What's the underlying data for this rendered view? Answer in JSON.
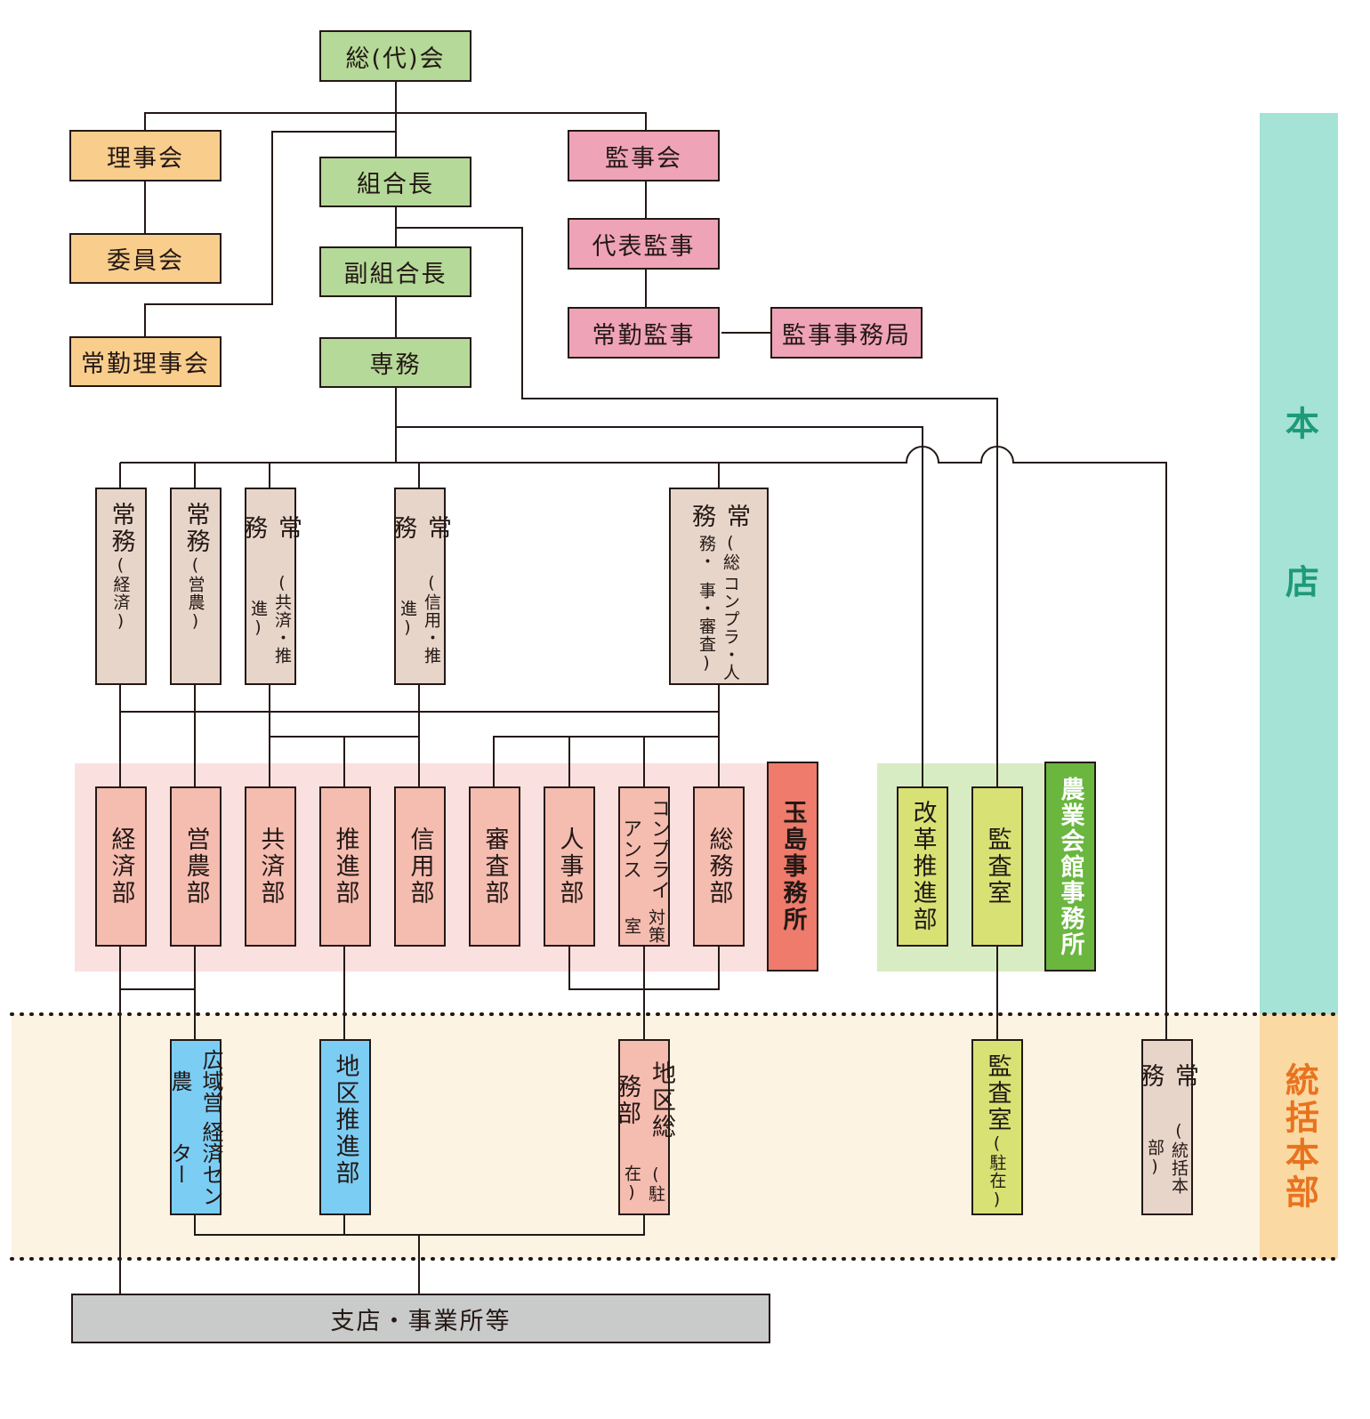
{
  "colors": {
    "executive": "#b5d998",
    "board": "#f9cd8c",
    "audit": "#efa3b6",
    "managing": "#e7d5c9",
    "department": "#f5bcb0",
    "reform": "#d8e274",
    "regional": "#7ccdf4",
    "branch": "#c9caca",
    "tamashima_office": "#ee7b6b",
    "kaikan_office": "#6ab63f",
    "honten_band": "#a5e3d6",
    "toukatsu_band": "#fad9a3",
    "toukatsu_area": "#fdf3e3",
    "tamashima_area": "#fbe0e0",
    "kaikan_area": "#d8ecc4"
  },
  "top": {
    "soudaikai": "総(代)会",
    "kumiaichou": "組合長",
    "fuku_kumiaichou": "副組合長",
    "senmu": "専務"
  },
  "board": {
    "rijikai": "理事会",
    "iinkai": "委員会",
    "joukin_rijikai": "常勤理事会"
  },
  "audit": {
    "kanjikai": "監事会",
    "daihyou_kanji": "代表監事",
    "joukin_kanji": "常勤監事",
    "kanji_jimukyoku": "監事事務局"
  },
  "managing_directors": [
    {
      "title": "常務",
      "scope": "(経済)"
    },
    {
      "title": "常務",
      "scope": "(営農)"
    },
    {
      "title": "常務",
      "scope": "(共済・推進)"
    },
    {
      "title": "常務",
      "scope": "(信用・推進)"
    },
    {
      "title": "常務",
      "scope": "(総務・",
      "scope2": "コンプラ・人事・審査)"
    }
  ],
  "departments": [
    {
      "name": "経済部"
    },
    {
      "name": "営農部"
    },
    {
      "name": "共済部"
    },
    {
      "name": "推進部"
    },
    {
      "name": "信用部"
    },
    {
      "name": "審査部"
    },
    {
      "name": "人事部"
    },
    {
      "name": "コンプライアンス",
      "name2": "対策室"
    },
    {
      "name": "総務部"
    }
  ],
  "tamashima_office": "玉島事務所",
  "kaikan_office": "農業会館事務所",
  "reform": {
    "kaikaku": "改革推進部",
    "kansa": "監査室"
  },
  "regional": {
    "kouiki": "広域営農",
    "kouiki2": "経済センター",
    "chiku_suishin": "地区推進部",
    "chiku_soumu": "地区総務部",
    "chiku_soumu_note": "(駐在)",
    "kansa": "監査室",
    "kansa_note": "(駐在)",
    "joumu": "常務",
    "joumu_note": "(統括本部)"
  },
  "branches": "支店・事業所等",
  "bands": {
    "honten": "本店",
    "toukatsu": "統括本部"
  }
}
